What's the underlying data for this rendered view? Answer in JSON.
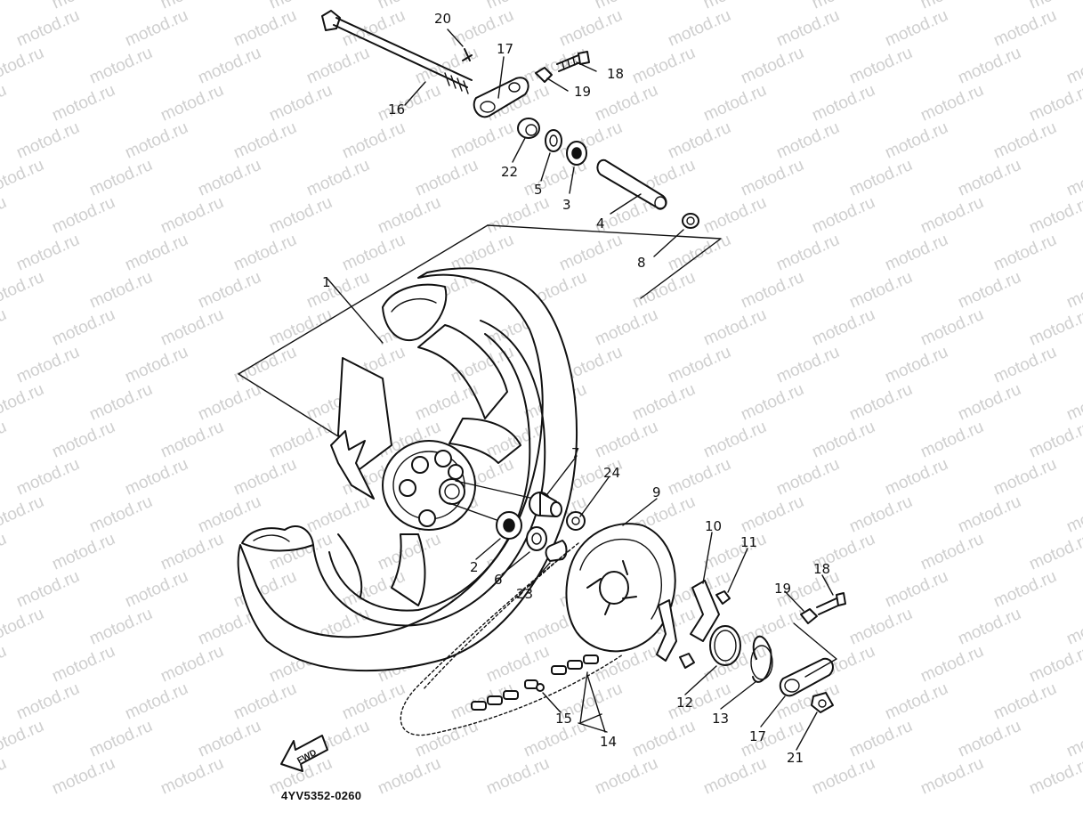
{
  "watermark_text": "motod.ru",
  "diagram_code": "4YV5352-0260",
  "fwd_label": "FWD",
  "callouts": [
    "1",
    "2",
    "3",
    "4",
    "5",
    "6",
    "7",
    "8",
    "9",
    "10",
    "11",
    "12",
    "13",
    "14",
    "15",
    "16",
    "17",
    "17",
    "18",
    "18",
    "19",
    "19",
    "20",
    "21",
    "22",
    "23",
    "24"
  ],
  "parts": [
    "rear-wheel",
    "bearing",
    "bearing",
    "axle-collar",
    "oil-seal",
    "oil-seal",
    "damper-hub",
    "collar",
    "sprocket",
    "lock-washer",
    "nut",
    "circlip",
    "circlip",
    "drive-chain",
    "chain-joint",
    "rear-axle",
    "chain-puller",
    "chain-puller",
    "bolt",
    "bolt",
    "nut",
    "nut",
    "axle-nut",
    "cotter-pin",
    "collar",
    "collar",
    "washer"
  ]
}
